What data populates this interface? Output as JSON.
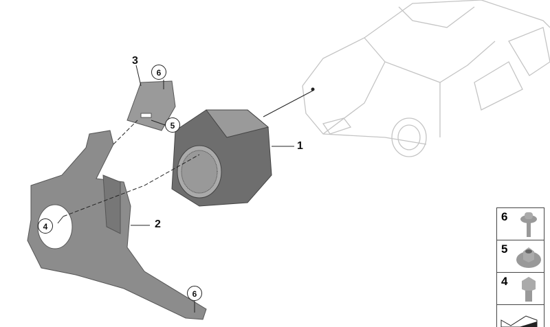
{
  "callouts": {
    "part1": "1",
    "part2": "2",
    "part3": "3",
    "circle_6_top": "6",
    "circle_5": "5",
    "circle_4": "4",
    "circle_6_bottom": "6"
  },
  "legend": [
    {
      "number": "6",
      "icon": "screw-with-washer-icon"
    },
    {
      "number": "5",
      "icon": "hex-nut-flange-icon"
    },
    {
      "number": "4",
      "icon": "hex-bolt-icon"
    }
  ],
  "colors": {
    "part_fill": "#8a8a8a",
    "line": "#222222",
    "car_outline": "#c8c8c8"
  }
}
